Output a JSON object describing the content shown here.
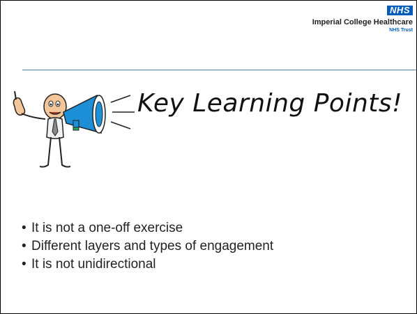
{
  "logo": {
    "badge": "NHS",
    "org_name": "Imperial College Healthcare",
    "org_sub": "NHS Trust"
  },
  "heading": "Key Learning Points!",
  "bullets": [
    "It is not a one-off exercise",
    "Different layers and types of engagement",
    "It is not unidirectional"
  ],
  "colors": {
    "nhs_blue": "#005eb8",
    "rule": "#4f86b8",
    "megaphone": "#1d8fd6"
  }
}
